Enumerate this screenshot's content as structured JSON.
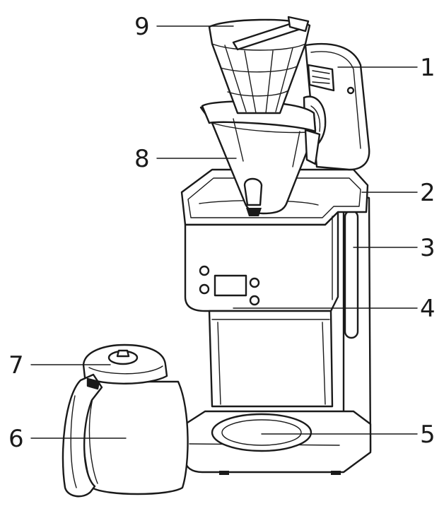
{
  "callouts": [
    {
      "id": "lid",
      "number": "9"
    },
    {
      "id": "filter-basket-holder",
      "number": "1"
    },
    {
      "id": "filter-basket",
      "number": "8"
    },
    {
      "id": "water-tank-opening",
      "number": "2"
    },
    {
      "id": "water-level-window",
      "number": "3"
    },
    {
      "id": "control-panel",
      "number": "4"
    },
    {
      "id": "lid-knob",
      "number": "7"
    },
    {
      "id": "carafe",
      "number": "6"
    },
    {
      "id": "warming-plate",
      "number": "5"
    }
  ],
  "colors": {
    "line": "#1a1a1a",
    "background": "#ffffff"
  },
  "icons": [
    "coffee-maker-illustration",
    "carafe-illustration"
  ]
}
